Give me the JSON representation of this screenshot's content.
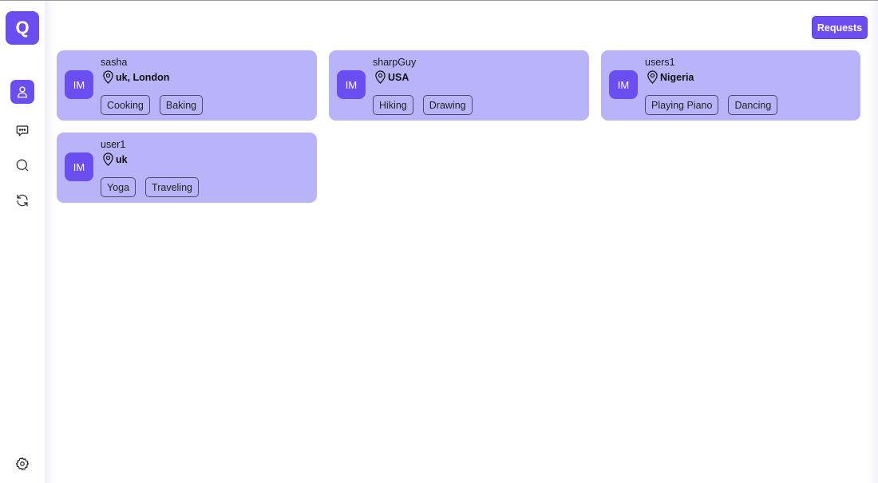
{
  "sidebar": {
    "logo_letter": "Q",
    "nav": [
      {
        "name": "profile",
        "icon": "user-icon",
        "active": true
      },
      {
        "name": "chat",
        "icon": "chat-bubble-icon",
        "active": false
      },
      {
        "name": "search",
        "icon": "search-icon",
        "active": false
      },
      {
        "name": "refresh",
        "icon": "refresh-icon",
        "active": false
      }
    ],
    "settings_icon": "gear-icon"
  },
  "header": {
    "requests_label": "Requests"
  },
  "colors": {
    "accent": "#6b4ef0",
    "card_bg": "#b9b3f9"
  },
  "users": [
    {
      "avatar": "IM",
      "username": "sasha",
      "location": "uk, London",
      "interests": [
        "Cooking",
        "Baking"
      ]
    },
    {
      "avatar": "IM",
      "username": "sharpGuy",
      "location": "USA",
      "interests": [
        "Hiking",
        "Drawing"
      ]
    },
    {
      "avatar": "IM",
      "username": "users1",
      "location": "Nigeria",
      "interests": [
        "Playing Piano",
        "Dancing"
      ]
    },
    {
      "avatar": "IM",
      "username": "user1",
      "location": "uk",
      "interests": [
        "Yoga",
        "Traveling"
      ]
    }
  ]
}
